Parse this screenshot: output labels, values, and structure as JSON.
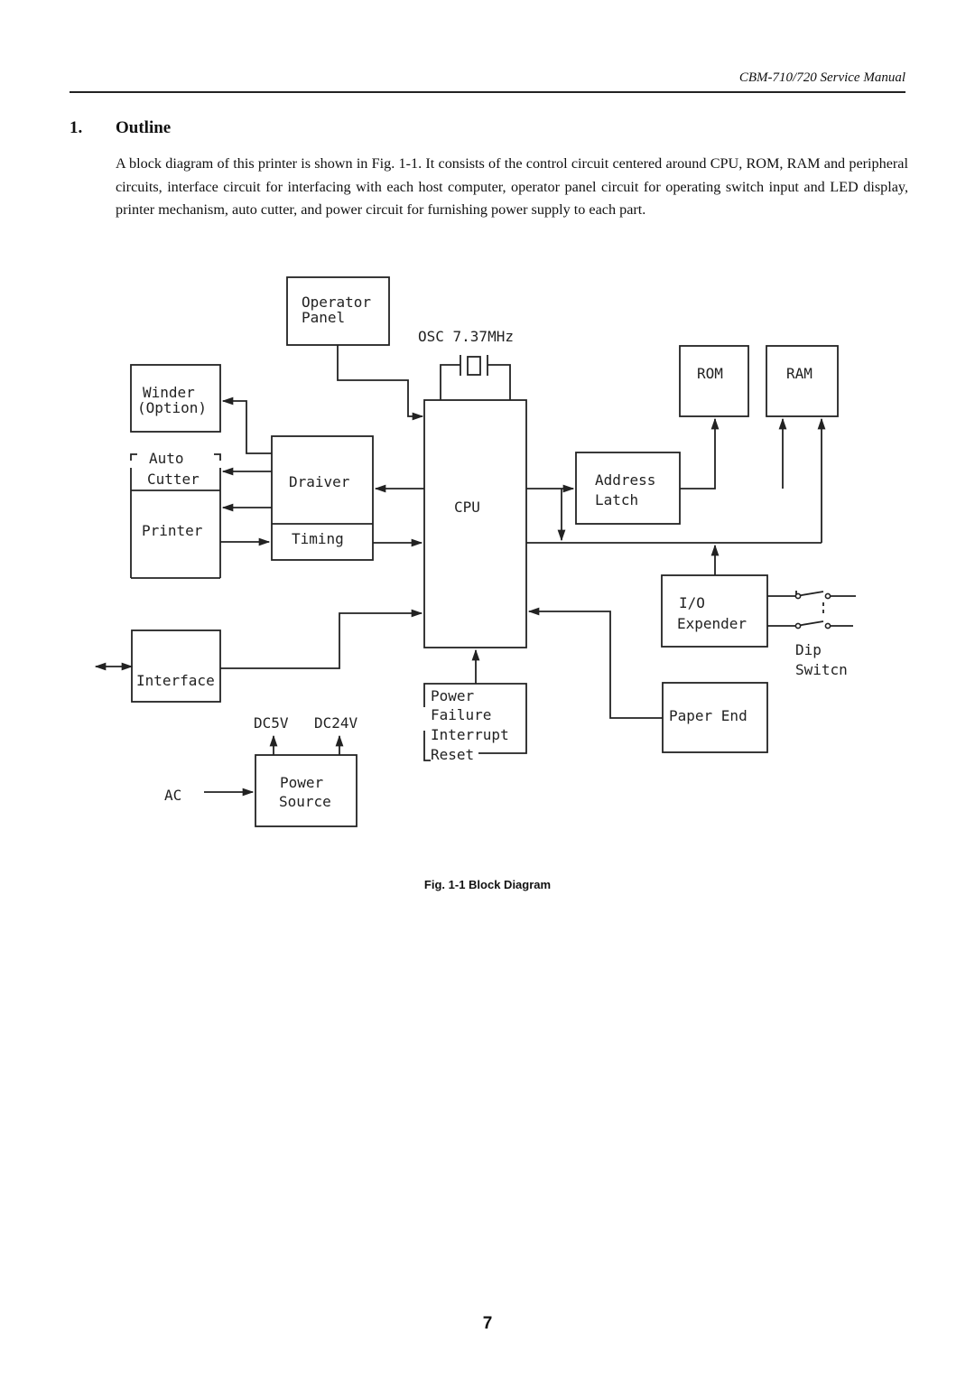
{
  "header": {
    "title": "CBM-710/720 Service Manual"
  },
  "section": {
    "number": "1.",
    "title": "Outline",
    "body": "A block diagram of this printer is shown in Fig. 1-1. It consists of the control circuit centered around CPU, ROM, RAM and peripheral circuits, interface circuit for interfacing with each host computer, operator panel circuit for operating switch input and LED display, printer mechanism, auto cutter, and power circuit for furnishing power supply to each part."
  },
  "diagram": {
    "operator_panel": [
      "Operator",
      "Panel"
    ],
    "osc": "OSC 7.37MHz",
    "rom": "ROM",
    "ram": "RAM",
    "winder": [
      "Winder",
      "(Option)"
    ],
    "auto_cutter": [
      "Auto",
      "Cutter"
    ],
    "printer": "Printer",
    "driver": "Draiver",
    "timing": "Timing",
    "cpu": "CPU",
    "address_latch": [
      "Address",
      "Latch"
    ],
    "io_expander": [
      "I/O",
      "Expender"
    ],
    "dip_switch": [
      "Dip",
      "Switcn"
    ],
    "interface": "Interface",
    "power_failure": [
      "Power",
      "Failure",
      "Interrupt",
      "Reset"
    ],
    "paper_end": "Paper End",
    "dc5v": "DC5V",
    "dc24v": "DC24V",
    "ac": "AC",
    "power_source": [
      "Power",
      "Source"
    ]
  },
  "caption": "Fig. 1-1 Block Diagram",
  "page_number": "7"
}
